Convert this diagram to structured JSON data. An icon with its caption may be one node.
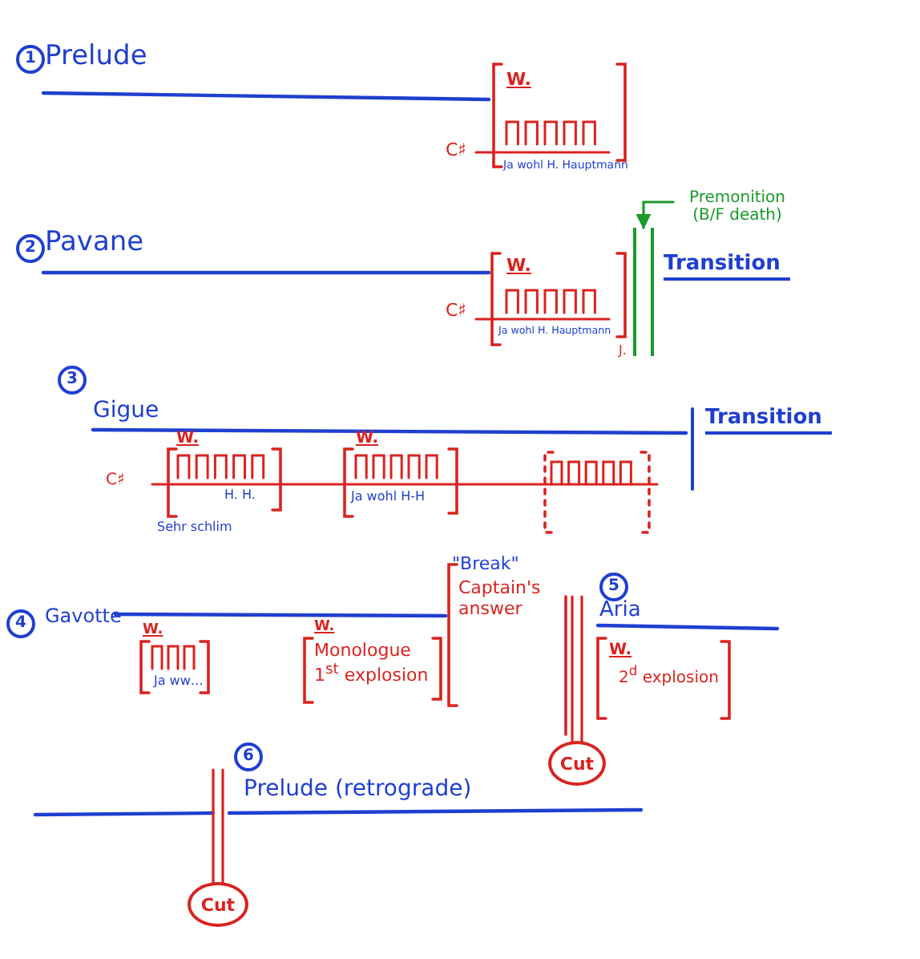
{
  "diagram": {
    "nodes": [
      {
        "text": [
          "Premonition (B/F death)"
        ]
      },
      {
        "text": [],
        "shape": "bar"
      },
      {
        "text": [
          "Cut"
        ]
      },
      {
        "text": [
          "Cut"
        ]
      }
    ],
    "edges": [
      {
        "from": 0,
        "to": 1,
        "arrow": "to",
        "color": "#1a9a2a"
      },
      {
        "from": null,
        "to": 2,
        "arrow": "none"
      },
      {
        "from": null,
        "to": 3,
        "arrow": "none"
      }
    ],
    "labels": [
      "1",
      "Prelude",
      "W.",
      "C♯",
      "Ja wohl H. Hauptmann",
      "2",
      "Pavane",
      "W.",
      "Transition",
      "C♯",
      "Ja wohl H. Hauptmann",
      "J.",
      "3",
      "Gigue",
      "Transition",
      "W.",
      "W.",
      "C♯",
      "H. H.",
      "Ja wohl H-H",
      "Sehr schlim",
      "\"Break\"",
      "5",
      "4",
      "Gavotte",
      "Captain's answer",
      "Aria",
      "W.",
      "W.",
      "Monologue 1$^{st}$ explosion",
      "W.",
      "2$^{d}$ explosion",
      "Ja ww…",
      "6",
      "Prelude (retrograde)"
    ]
  }
}
